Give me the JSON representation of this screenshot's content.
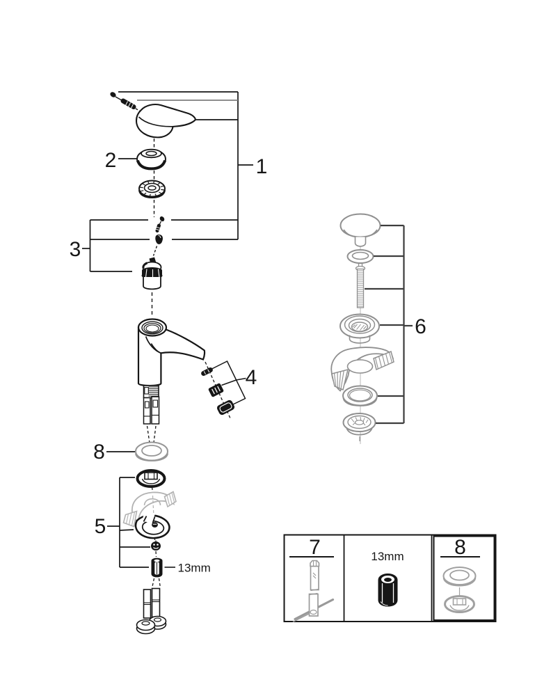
{
  "figure": {
    "type": "exploded-parts-diagram",
    "callouts": {
      "n1": "1",
      "n2": "2",
      "n3": "3",
      "n4": "4",
      "n5": "5",
      "n6": "6",
      "n8": "8",
      "hex_size": "13mm"
    },
    "toolbox": {
      "tool_label": "7",
      "nut_label": "13mm",
      "seal_label": "8"
    },
    "colors": {
      "ink": "#161616",
      "gray_part": "#8f8f8f",
      "light_gray_part": "#b2b2b2",
      "background": "#ffffff"
    }
  }
}
